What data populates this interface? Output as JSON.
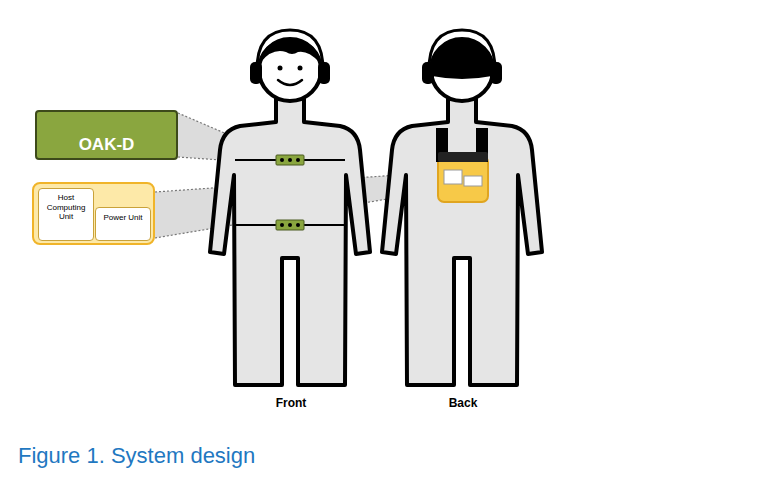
{
  "diagram": {
    "caption": "Figure 1. System design",
    "nodes": [
      {
        "text": [
          "OAK-D"
        ]
      },
      {
        "text": []
      },
      {
        "text": [
          "Host Computing Unit"
        ],
        "in": 1
      },
      {
        "text": [
          "Power Unit"
        ],
        "in": 1
      }
    ],
    "edges": [],
    "labels": [
      "Front",
      "Back"
    ]
  }
}
